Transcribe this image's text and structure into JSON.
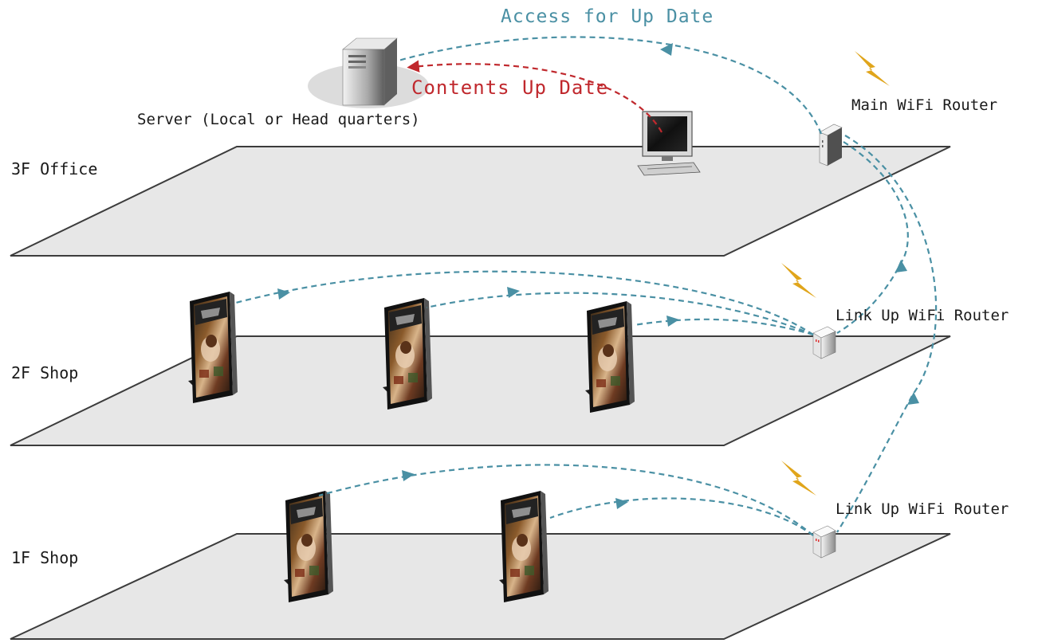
{
  "labels": {
    "access_update": "Access for Up Date",
    "contents_update": "Contents Up Date",
    "server": "Server (Local or Head quarters)",
    "main_router": "Main WiFi Router",
    "link_router_2f": "Link Up WiFi Router",
    "link_router_1f": "Link Up WiFi Router"
  },
  "floors": {
    "f3": "3F Office",
    "f2": "2F Shop",
    "f1": "1F Shop"
  },
  "colors": {
    "floor_fill": "#e7e7e7",
    "floor_stroke": "#3c3c3c",
    "wifi_link": "#4a90a4",
    "content_update": "#c0282d",
    "wifi_signal": "#e0a51b"
  },
  "icons": {
    "server": "server-tower-icon",
    "pc": "desktop-computer-icon",
    "router": "wifi-router-icon",
    "signage": "digital-signage-kiosk-icon",
    "signal": "lightning-bolt-icon"
  }
}
